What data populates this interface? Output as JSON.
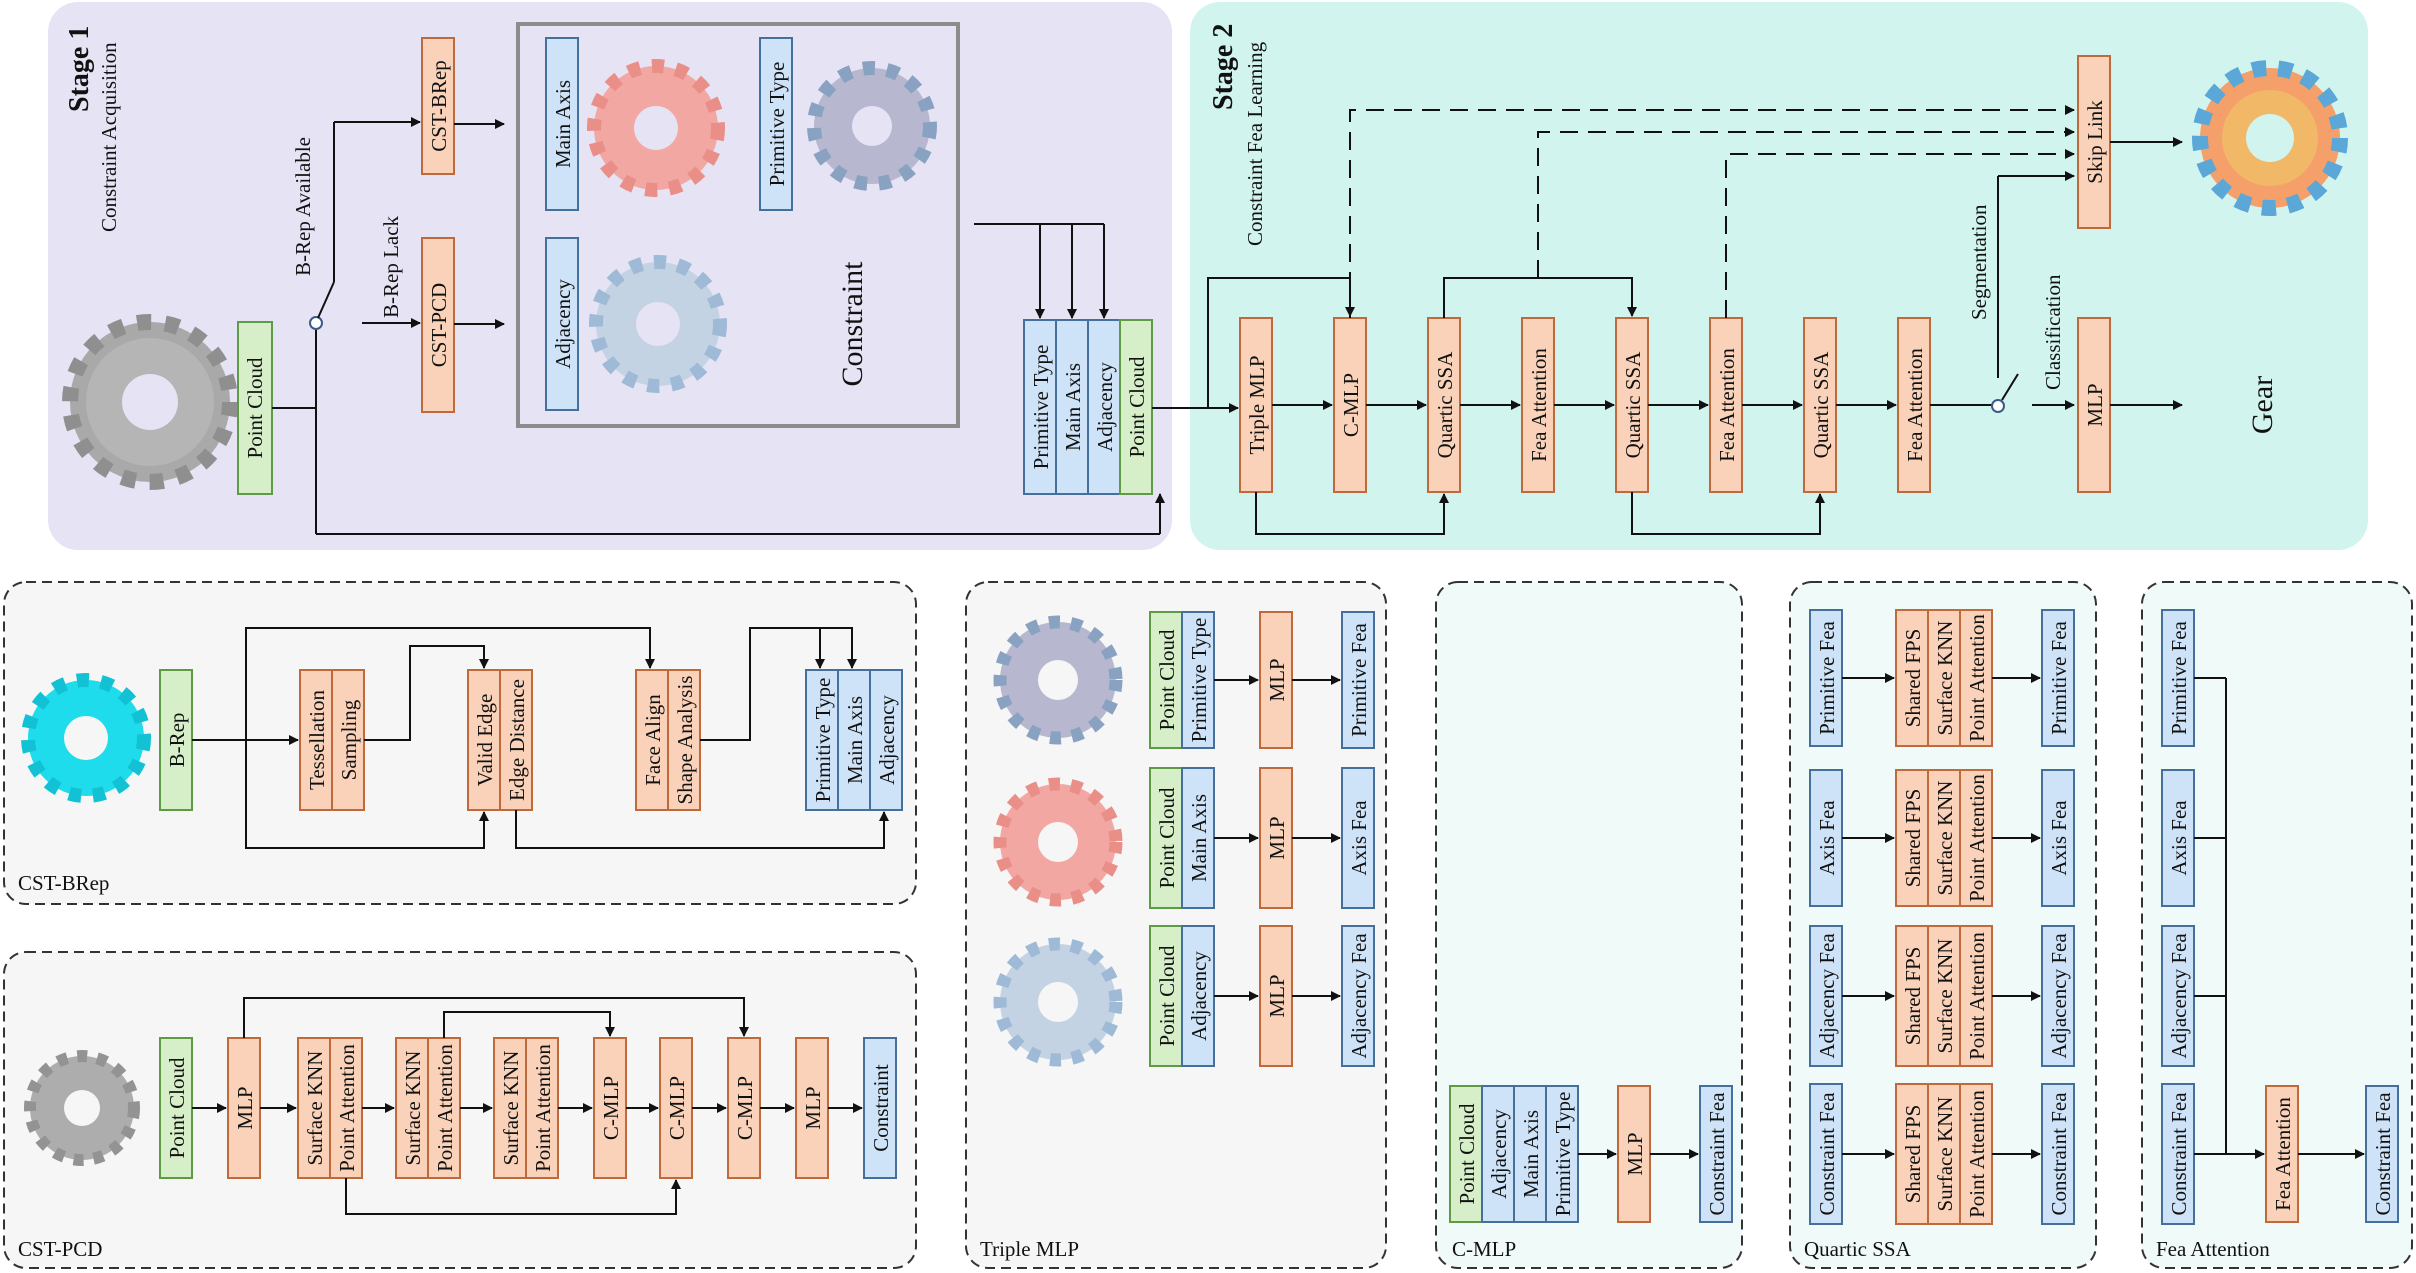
{
  "stage1": {
    "title": "Stage 1",
    "subtitle": "Constraint Acquisition"
  },
  "stage2": {
    "title": "Stage 2",
    "subtitle": "Constraint Fea Learning"
  },
  "top": {
    "point_cloud": "Point Cloud",
    "brep_available": "B-Rep Available",
    "brep_lack": "B-Rep Lack",
    "cst_brep": "CST-BRep",
    "cst_pcd": "CST-PCD",
    "main_axis": "Main Axis",
    "primitive_type": "Primitive Type",
    "adjacency": "Adjacency",
    "constraint": "Constraint",
    "triple_mlp": "Triple MLP",
    "c_mlp": "C-MLP",
    "quartic_ssa": "Quartic SSA",
    "fea_attention": "Fea Attention",
    "skip_link": "Skip Link",
    "segmentation": "Segmentation",
    "classification": "Classification",
    "mlp": "MLP",
    "gear": "Gear"
  },
  "panels": {
    "cst_brep": {
      "label": "CST-BRep",
      "brep": "B-Rep",
      "tessellation": "Tessellation",
      "sampling": "Sampling",
      "valid_edge": "Valid Edge",
      "edge_distance": "Edge Distance",
      "face_align": "Face Align",
      "shape_analysis": "Shape Analysis",
      "primitive_type": "Primitive Type",
      "main_axis": "Main Axis",
      "adjacency": "Adjacency"
    },
    "cst_pcd": {
      "label": "CST-PCD",
      "point_cloud": "Point Cloud",
      "mlp": "MLP",
      "surface_knn": "Surface KNN",
      "point_attention": "Point Attention",
      "c_mlp": "C-MLP",
      "constraint": "Constraint"
    },
    "triple_mlp": {
      "label": "Triple MLP",
      "point_cloud": "Point Cloud",
      "primitive_type": "Primitive Type",
      "main_axis": "Main Axis",
      "adjacency": "Adjacency",
      "mlp": "MLP",
      "primitive_fea": "Primitive Fea",
      "axis_fea": "Axis Fea",
      "adjacency_fea": "Adjacency Fea"
    },
    "c_mlp": {
      "label": "C-MLP",
      "point_cloud": "Point Cloud",
      "adjacency": "Adjacency",
      "main_axis": "Main Axis",
      "primitive_type": "Primitive Type",
      "mlp": "MLP",
      "constraint_fea": "Constraint Fea"
    },
    "quartic_ssa": {
      "label": "Quartic SSA",
      "primitive_fea": "Primitive Fea",
      "axis_fea": "Axis Fea",
      "adjacency_fea": "Adjacency Fea",
      "constraint_fea": "Constraint Fea",
      "shared_fps": "Shared FPS",
      "surface_knn": "Surface KNN",
      "point_attention": "Point Attention"
    },
    "fea_attention": {
      "label": "Fea Attention",
      "primitive_fea": "Primitive Fea",
      "axis_fea": "Axis Fea",
      "adjacency_fea": "Adjacency Fea",
      "constraint_fea": "Constraint Fea",
      "fea_attention": "Fea Attention"
    }
  },
  "colors": {
    "stage1_bg": "#e6e3f4",
    "stage2_bg": "#d2f4ef",
    "panel_bg": "#f6f6f6",
    "panel_bg2": "#f0faf8",
    "orange_fill": "#f9d2b9",
    "orange_stroke": "#c0693a",
    "blue_fill": "#cfe3f8",
    "blue_stroke": "#45709c",
    "green_fill": "#d6efc9",
    "green_stroke": "#5f9b45",
    "gear_gray": "#a7a7a7",
    "gear_cyan": "#1fdcec",
    "gear_pink": "#f2a7a2",
    "gear_blue": "#9fbad6"
  }
}
